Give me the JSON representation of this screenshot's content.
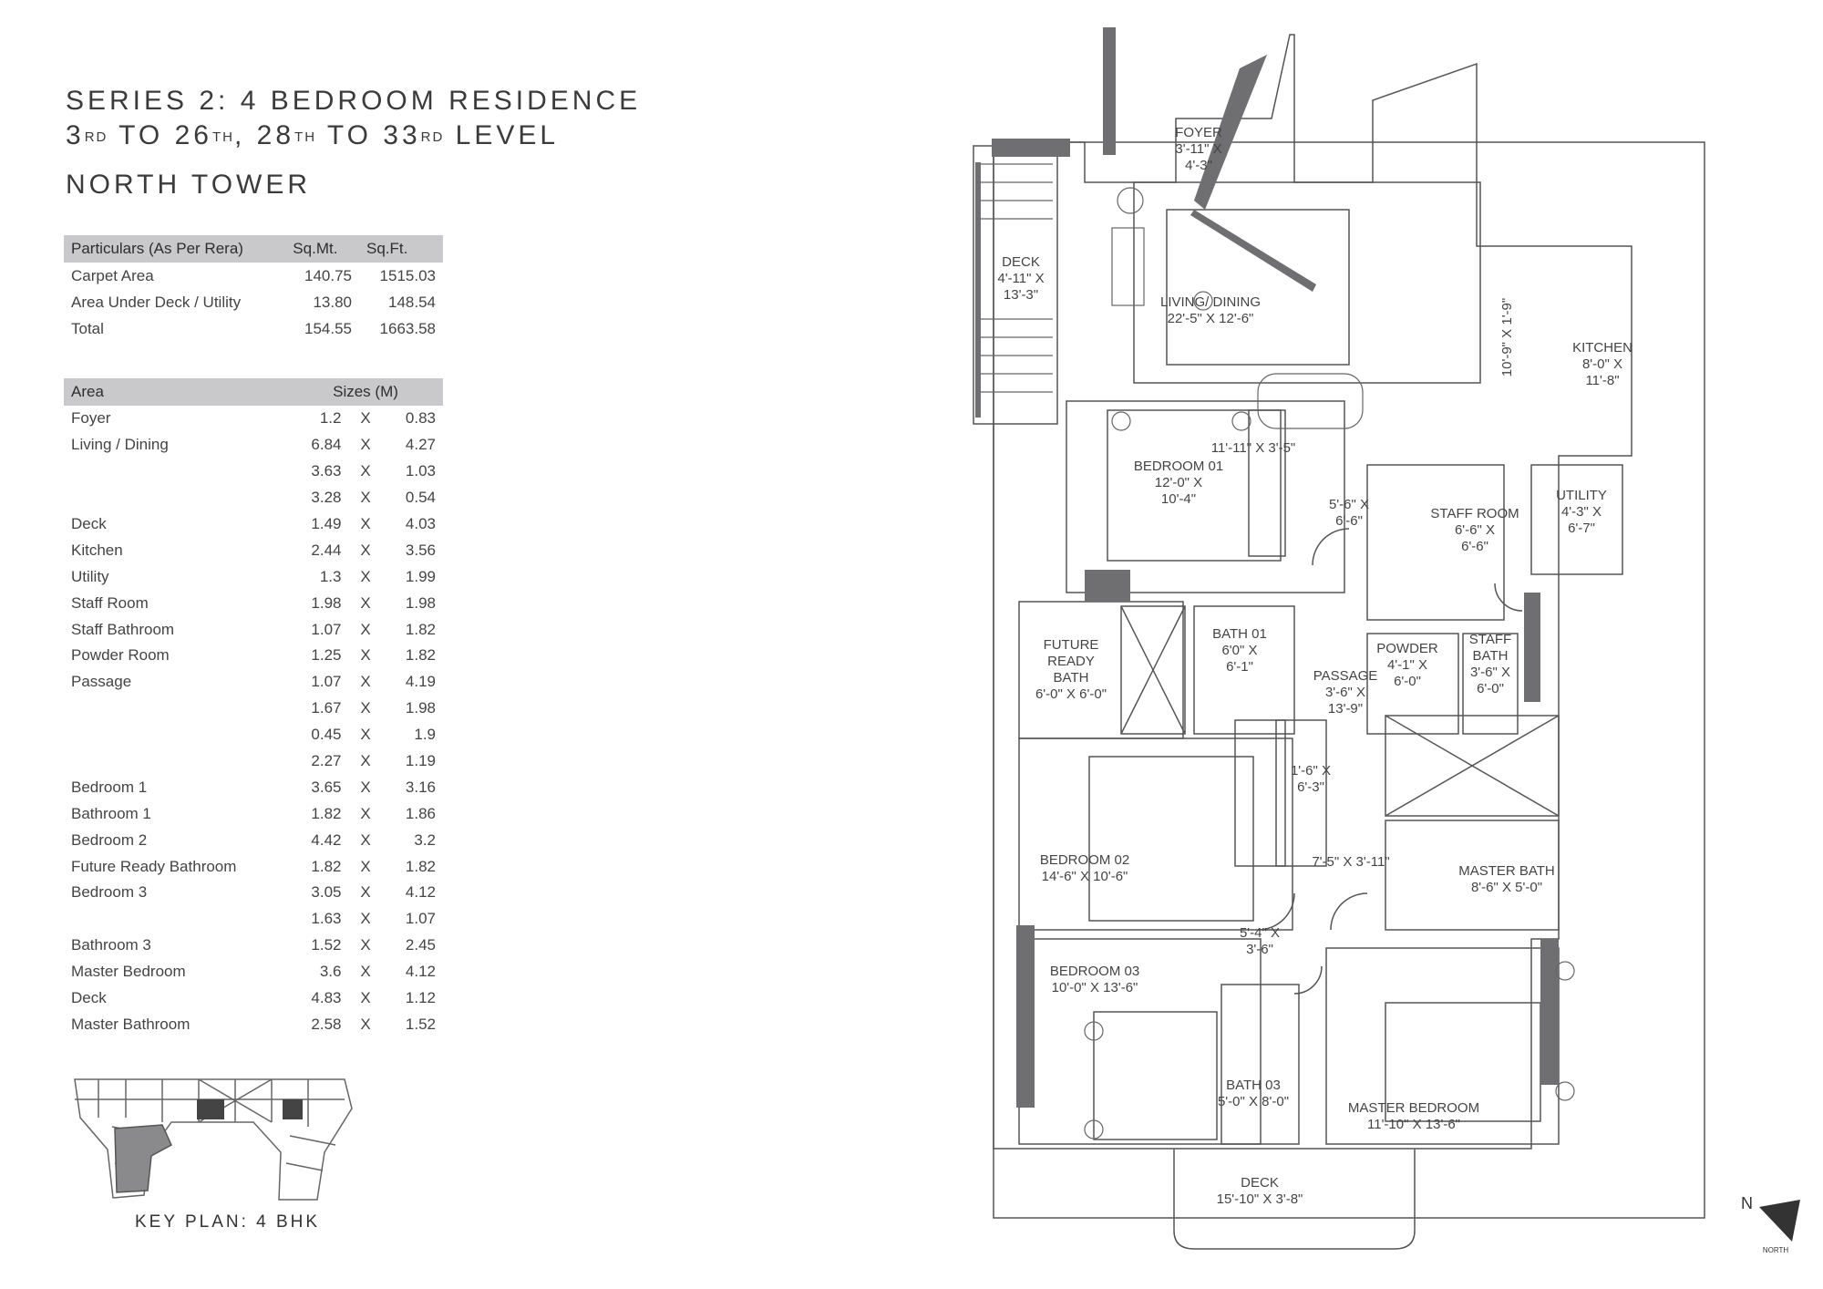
{
  "header": {
    "line1": "SERIES 2: 4 BEDROOM RESIDENCE",
    "line2": {
      "a": "3",
      "a_sup": "RD",
      "b": " TO 26",
      "b_sup": "TH",
      "c": ", 28",
      "c_sup": "TH",
      "d": " TO 33",
      "d_sup": "RD",
      "e": " LEVEL"
    },
    "tower": "NORTH TOWER"
  },
  "particulars_table": {
    "headers": [
      "Particulars (As Per Rera)",
      "Sq.Mt.",
      "Sq.Ft."
    ],
    "rows": [
      {
        "label": "Carpet Area",
        "sqmt": "140.75",
        "sqft": "1515.03"
      },
      {
        "label": "Area Under Deck / Utility",
        "sqmt": "13.80",
        "sqft": "148.54"
      },
      {
        "label": "Total",
        "sqmt": "154.55",
        "sqft": "1663.58"
      }
    ]
  },
  "sizes_table": {
    "headers": [
      "Area",
      "Sizes (M)"
    ],
    "sep": "X",
    "rows": [
      {
        "area": "Foyer",
        "a": "1.2",
        "b": "0.83"
      },
      {
        "area": "Living / Dining",
        "a": "6.84",
        "b": "4.27"
      },
      {
        "area": "",
        "a": "3.63",
        "b": "1.03"
      },
      {
        "area": "",
        "a": "3.28",
        "b": "0.54"
      },
      {
        "area": "Deck",
        "a": "1.49",
        "b": "4.03"
      },
      {
        "area": "Kitchen",
        "a": "2.44",
        "b": "3.56"
      },
      {
        "area": "Utility",
        "a": "1.3",
        "b": "1.99"
      },
      {
        "area": "Staff Room",
        "a": "1.98",
        "b": "1.98"
      },
      {
        "area": "Staff Bathroom",
        "a": "1.07",
        "b": "1.82"
      },
      {
        "area": "Powder Room",
        "a": "1.25",
        "b": "1.82"
      },
      {
        "area": "Passage",
        "a": "1.07",
        "b": "4.19"
      },
      {
        "area": "",
        "a": "1.67",
        "b": "1.98"
      },
      {
        "area": "",
        "a": "0.45",
        "b": "1.9"
      },
      {
        "area": "",
        "a": "2.27",
        "b": "1.19"
      },
      {
        "area": "Bedroom 1",
        "a": "3.65",
        "b": "3.16"
      },
      {
        "area": "Bathroom 1",
        "a": "1.82",
        "b": "1.86"
      },
      {
        "area": "Bedroom 2",
        "a": "4.42",
        "b": "3.2"
      },
      {
        "area": "Future Ready Bathroom",
        "a": "1.82",
        "b": "1.82"
      },
      {
        "area": "Bedroom 3",
        "a": "3.05",
        "b": "4.12"
      },
      {
        "area": "",
        "a": "1.63",
        "b": "1.07"
      },
      {
        "area": "Bathroom 3",
        "a": "1.52",
        "b": "2.45"
      },
      {
        "area": "Master Bedroom",
        "a": "3.6",
        "b": "4.12"
      },
      {
        "area": "Deck",
        "a": "4.83",
        "b": "1.12"
      },
      {
        "area": "Master Bathroom",
        "a": "2.58",
        "b": "1.52"
      }
    ]
  },
  "key_plan": {
    "caption": "KEY PLAN: 4 BHK"
  },
  "floor_plan": {
    "labels": {
      "foyer": [
        "FOYER",
        "3'-11\" X",
        "4'-3\""
      ],
      "deck_left": [
        "DECK",
        "4'-11\" X",
        "13'-3\""
      ],
      "living": [
        "LIVING/ DINING",
        "22'-5\" X 12'-6\""
      ],
      "kitchen": [
        "KITCHEN",
        "8'-0\" X",
        "11'-8\""
      ],
      "dining_dim": [
        "11'-11\" X 3'-5\""
      ],
      "vertical_dim": [
        "10'-9\" X 1'-9\""
      ],
      "bedroom01": [
        "BEDROOM 01",
        "12'-0\" X",
        "10'-4\""
      ],
      "passage_small": [
        "5'-6\" X",
        "6'-6\""
      ],
      "staff_room": [
        "STAFF ROOM",
        "6'-6\" X",
        "6'-6\""
      ],
      "utility": [
        "UTILITY",
        "4'-3\" X",
        "6'-7\""
      ],
      "future_bath": [
        "FUTURE",
        "READY",
        "BATH",
        "6'-0\" X 6'-0\""
      ],
      "bath01": [
        "BATH 01",
        "6'0\" X",
        "6'-1\""
      ],
      "passage": [
        "PASSAGE",
        "3'-6\" X",
        "13'-9\""
      ],
      "powder": [
        "POWDER",
        "4'-1\" X",
        "6'-0\""
      ],
      "staff_bath": [
        "STAFF",
        "BATH",
        "3'-6\" X",
        "6'-0\""
      ],
      "closet": [
        "1'-6\" X",
        "6'-3\""
      ],
      "bedroom02": [
        "BEDROOM 02",
        "14'-6\" X 10'-6\""
      ],
      "passage2": [
        "7'-5\" X 3'-11\""
      ],
      "master_bath": [
        "MASTER BATH",
        "8'-6\" X 5'-0\""
      ],
      "passage3": [
        "5'-4\" X",
        "3'-6\""
      ],
      "bedroom03": [
        "BEDROOM 03",
        "10'-0\" X 13'-6\""
      ],
      "bath03": [
        "BATH 03",
        "5'-0\" X 8'-0\""
      ],
      "master_bedroom": [
        "MASTER BEDROOM",
        "11'-10\" X 13'-6\""
      ],
      "deck_bottom": [
        "DECK",
        "15'-10\" X 3'-8\""
      ]
    }
  },
  "compass": {
    "letter": "N",
    "caption": "NORTH"
  },
  "colors": {
    "wall": "#6f6f71",
    "line": "#555555",
    "header_fill": "#c9c9cb"
  }
}
